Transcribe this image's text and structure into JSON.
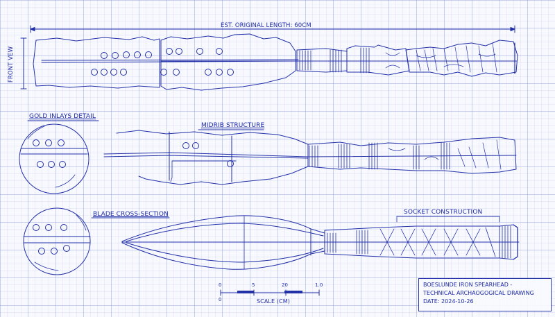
{
  "labels": {
    "overall_length": "EST. ORIGINAL LENGTH: 60CM",
    "front_view": "FRONT VEW",
    "gold_inlays": "GOLD INLAYS DETAIL",
    "midrib": "MIDRIB STRUCTURE",
    "blade_section": "BLADE CROSS-SECTION",
    "socket": "SOCKET CONSTRUCTION"
  },
  "scale_bar": {
    "ticks": [
      "0",
      "5",
      "20",
      "1.0"
    ],
    "zero": "0",
    "caption": "SCALE (CM)"
  },
  "title_block": {
    "line1": "BOESLUNDE IRON SPEARHEAD -",
    "line2": "TECHNICAL ARCHAOGOGICAL DRAWING",
    "line3": "DATE: 2024-10-26"
  },
  "colors": {
    "ink": "#2230a8",
    "paper": "#f8f9fe",
    "grid": "#7887d2"
  }
}
